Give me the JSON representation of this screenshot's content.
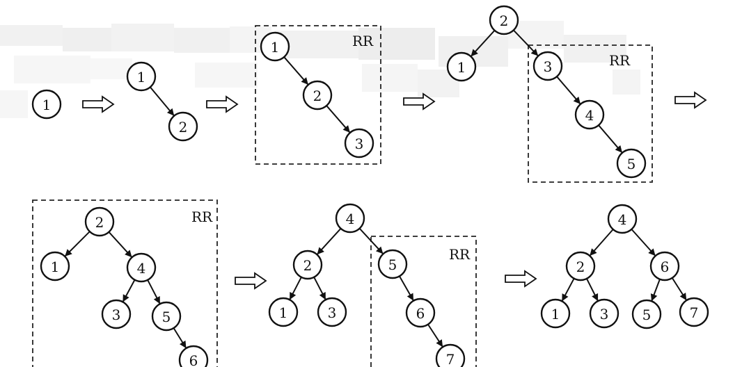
{
  "colors": {
    "stroke": "#111111",
    "background": "#ffffff",
    "blur_band": "#e6e6e6"
  },
  "steps": [
    {
      "nodes": [
        "1"
      ],
      "edges": []
    },
    {
      "nodes": [
        "1",
        "2"
      ],
      "edges": [
        [
          "1",
          "2"
        ]
      ]
    },
    {
      "nodes": [
        "1",
        "2",
        "3"
      ],
      "edges": [
        [
          "1",
          "2"
        ],
        [
          "2",
          "3"
        ]
      ],
      "box_label": "RR"
    },
    {
      "nodes": [
        "2",
        "1",
        "3",
        "4",
        "5"
      ],
      "edges": [
        [
          "2",
          "1"
        ],
        [
          "2",
          "3"
        ],
        [
          "3",
          "4"
        ],
        [
          "4",
          "5"
        ]
      ],
      "box_label": "RR"
    },
    {
      "nodes": [
        "2",
        "1",
        "4",
        "3",
        "5",
        "6"
      ],
      "edges": [
        [
          "2",
          "1"
        ],
        [
          "2",
          "4"
        ],
        [
          "4",
          "3"
        ],
        [
          "4",
          "5"
        ],
        [
          "5",
          "6"
        ]
      ],
      "box_label": "RR"
    },
    {
      "nodes": [
        "4",
        "2",
        "5",
        "1",
        "3",
        "6",
        "7"
      ],
      "edges": [
        [
          "4",
          "2"
        ],
        [
          "4",
          "5"
        ],
        [
          "2",
          "1"
        ],
        [
          "2",
          "3"
        ],
        [
          "5",
          "6"
        ],
        [
          "6",
          "7"
        ]
      ],
      "box_label": "RR"
    },
    {
      "nodes": [
        "4",
        "2",
        "6",
        "1",
        "3",
        "5",
        "7"
      ],
      "edges": [
        [
          "4",
          "2"
        ],
        [
          "4",
          "6"
        ],
        [
          "2",
          "1"
        ],
        [
          "2",
          "3"
        ],
        [
          "6",
          "5"
        ],
        [
          "6",
          "7"
        ]
      ]
    }
  ],
  "transitions": 6
}
